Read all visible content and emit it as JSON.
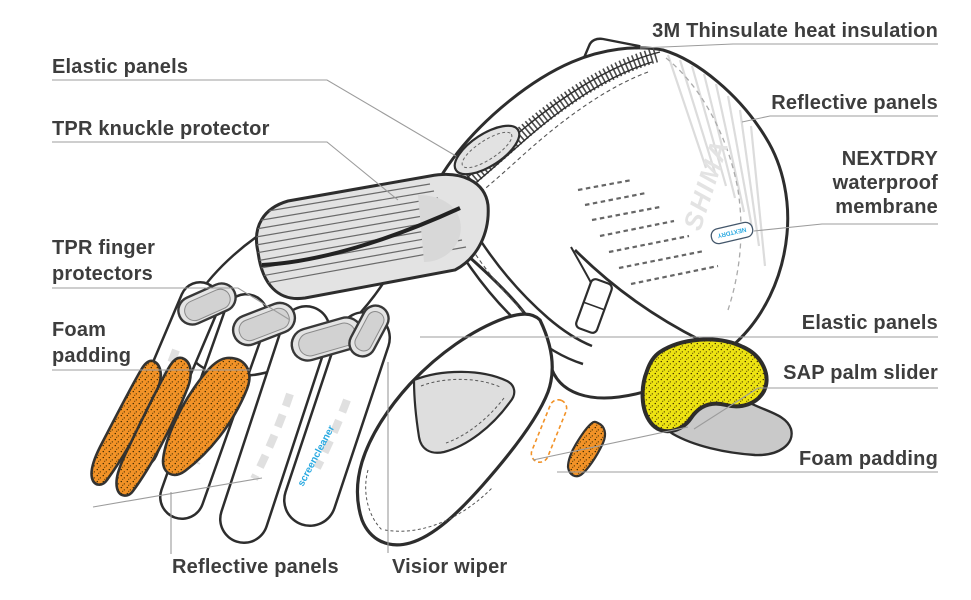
{
  "diagram": {
    "labels": {
      "insulation": "3M Thinsulate heat insulation",
      "elastic_top": "Elastic panels",
      "reflective_right": "Reflective panels",
      "knuckle": "TPR knuckle protector",
      "membrane": "NEXTDRY\nwaterproof\nmembrane",
      "finger_protectors": "TPR finger\nprotectors",
      "elastic_right": "Elastic panels",
      "foam_left": "Foam\npadding",
      "palm_slider": "SAP palm slider",
      "foam_right": "Foam padding",
      "reflective_bottom": "Reflective panels",
      "visor_wiper": "Visior wiper"
    },
    "watermarks": {
      "brand": "SHIMA",
      "membrane_tag": "NEXTDRY",
      "finger_print": "screencleaner"
    },
    "colors": {
      "foam_orange": "#F29227",
      "slider_yellow": "#EDE312",
      "print_blue": "#29A9E1",
      "ink": "#2D2D2D",
      "label_text": "#3D3D3D",
      "leader_gray": "#9C9C9C",
      "panel_gray": "#E3E3E3"
    }
  }
}
